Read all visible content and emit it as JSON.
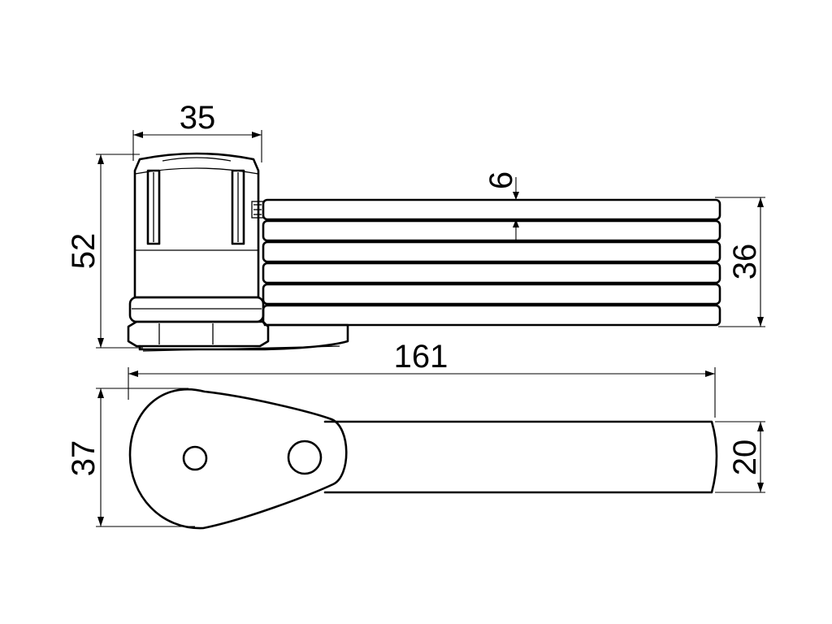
{
  "dimensions": {
    "top_width": "35",
    "height_total": "52",
    "plate_thickness": "6",
    "stack_height": "36",
    "length": "161",
    "head_diameter": "37",
    "bar_width": "20"
  },
  "colors": {
    "line": "#000000",
    "background": "#ffffff"
  }
}
